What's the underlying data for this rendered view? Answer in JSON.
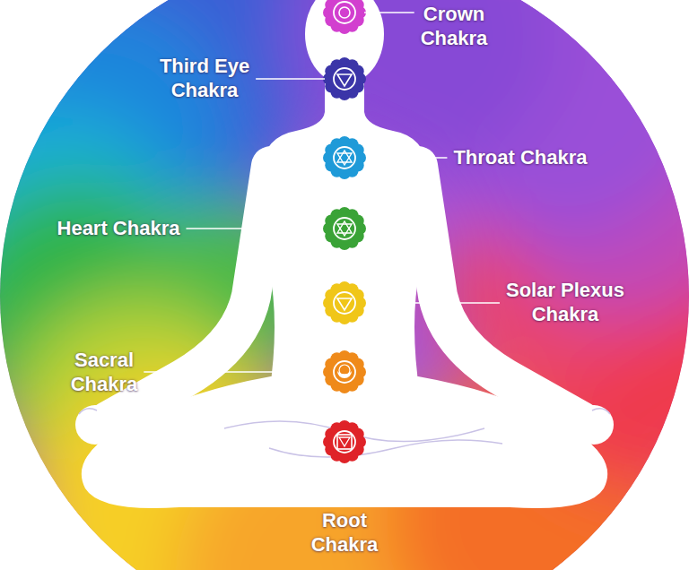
{
  "diagram": {
    "labels": [
      "Crown Chakra",
      "Third Eye Chakra",
      "Throat Chakra",
      "Heart Chakra",
      "Solar Plexus Chakra",
      "Sacral Chakra",
      "Root Chakra"
    ]
  }
}
